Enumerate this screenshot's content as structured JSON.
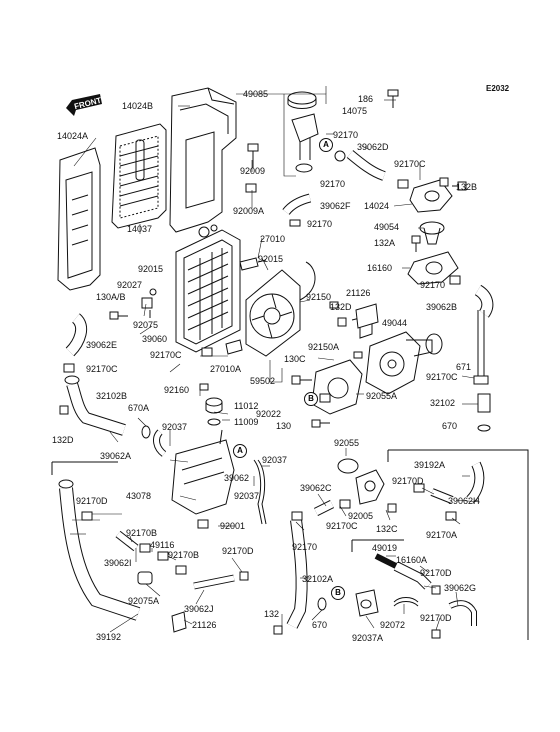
{
  "diagram_code": "E2032",
  "front_label": "FRONT",
  "ref_markers": [
    "A",
    "A",
    "B",
    "B"
  ],
  "parts": [
    {
      "id": "p1",
      "label": "14024B"
    },
    {
      "id": "p2",
      "label": "14024A"
    },
    {
      "id": "p3",
      "label": "14037"
    },
    {
      "id": "p4",
      "label": "92009"
    },
    {
      "id": "p5",
      "label": "92009A"
    },
    {
      "id": "p6",
      "label": "49085"
    },
    {
      "id": "p7",
      "label": "14075"
    },
    {
      "id": "p8",
      "label": "186"
    },
    {
      "id": "p9",
      "label": "92170"
    },
    {
      "id": "p10",
      "label": "39062D"
    },
    {
      "id": "p11",
      "label": "92170C"
    },
    {
      "id": "p12",
      "label": "132B"
    },
    {
      "id": "p13",
      "label": "92170"
    },
    {
      "id": "p14",
      "label": "39062F"
    },
    {
      "id": "p15",
      "label": "92170"
    },
    {
      "id": "p16",
      "label": "14024"
    },
    {
      "id": "p17",
      "label": "49054"
    },
    {
      "id": "p18",
      "label": "132A"
    },
    {
      "id": "p19",
      "label": "16160"
    },
    {
      "id": "p20",
      "label": "92170"
    },
    {
      "id": "p21",
      "label": "39062B"
    },
    {
      "id": "p22",
      "label": "27010"
    },
    {
      "id": "p23",
      "label": "92015"
    },
    {
      "id": "p24",
      "label": "92015"
    },
    {
      "id": "p25",
      "label": "92027"
    },
    {
      "id": "p26",
      "label": "130A/B"
    },
    {
      "id": "p27",
      "label": "92075"
    },
    {
      "id": "p28",
      "label": "39060"
    },
    {
      "id": "p29",
      "label": "92150"
    },
    {
      "id": "p30",
      "label": "21126"
    },
    {
      "id": "p31",
      "label": "132D"
    },
    {
      "id": "p32",
      "label": "49044"
    },
    {
      "id": "p33",
      "label": "39062E"
    },
    {
      "id": "p34",
      "label": "92170C"
    },
    {
      "id": "p35",
      "label": "27010A"
    },
    {
      "id": "p36",
      "label": "59502"
    },
    {
      "id": "p37",
      "label": "92170C"
    },
    {
      "id": "p38",
      "label": "92150A"
    },
    {
      "id": "p39",
      "label": "130C"
    },
    {
      "id": "p40",
      "label": "671"
    },
    {
      "id": "p41",
      "label": "92170C"
    },
    {
      "id": "p42",
      "label": "32102B"
    },
    {
      "id": "p43",
      "label": "670A"
    },
    {
      "id": "p44",
      "label": "92160"
    },
    {
      "id": "p45",
      "label": "11012"
    },
    {
      "id": "p46",
      "label": "11009"
    },
    {
      "id": "p47",
      "label": "132D"
    },
    {
      "id": "p48",
      "label": "92037"
    },
    {
      "id": "p49",
      "label": "92022"
    },
    {
      "id": "p50",
      "label": "92055A"
    },
    {
      "id": "p51",
      "label": "130"
    },
    {
      "id": "p52",
      "label": "32102"
    },
    {
      "id": "p53",
      "label": "670"
    },
    {
      "id": "p54",
      "label": "39062A"
    },
    {
      "id": "p55",
      "label": "92037"
    },
    {
      "id": "p56",
      "label": "92055"
    },
    {
      "id": "p57",
      "label": "39062"
    },
    {
      "id": "p58",
      "label": "43078"
    },
    {
      "id": "p59",
      "label": "92037"
    },
    {
      "id": "p60",
      "label": "92001"
    },
    {
      "id": "p61",
      "label": "39062C"
    },
    {
      "id": "p62",
      "label": "92005"
    },
    {
      "id": "p63",
      "label": "92170C"
    },
    {
      "id": "p64",
      "label": "132C"
    },
    {
      "id": "p65",
      "label": "92170"
    },
    {
      "id": "p66",
      "label": "39192A"
    },
    {
      "id": "p67",
      "label": "92170D"
    },
    {
      "id": "p68",
      "label": "39062H"
    },
    {
      "id": "p69",
      "label": "92170A"
    },
    {
      "id": "p70",
      "label": "92170D"
    },
    {
      "id": "p71",
      "label": "92170B"
    },
    {
      "id": "p72",
      "label": "49116"
    },
    {
      "id": "p73",
      "label": "39062I"
    },
    {
      "id": "p74",
      "label": "92170B"
    },
    {
      "id": "p75",
      "label": "92170D"
    },
    {
      "id": "p76",
      "label": "92075A"
    },
    {
      "id": "p77",
      "label": "39062J"
    },
    {
      "id": "p78",
      "label": "21126"
    },
    {
      "id": "p79",
      "label": "39192"
    },
    {
      "id": "p80",
      "label": "32102A"
    },
    {
      "id": "p81",
      "label": "132"
    },
    {
      "id": "p82",
      "label": "670"
    },
    {
      "id": "p83",
      "label": "49019"
    },
    {
      "id": "p84",
      "label": "16160A"
    },
    {
      "id": "p85",
      "label": "92170D"
    },
    {
      "id": "p86",
      "label": "39062G"
    },
    {
      "id": "p87",
      "label": "92072"
    },
    {
      "id": "p88",
      "label": "92170D"
    },
    {
      "id": "p89",
      "label": "92037A"
    }
  ]
}
